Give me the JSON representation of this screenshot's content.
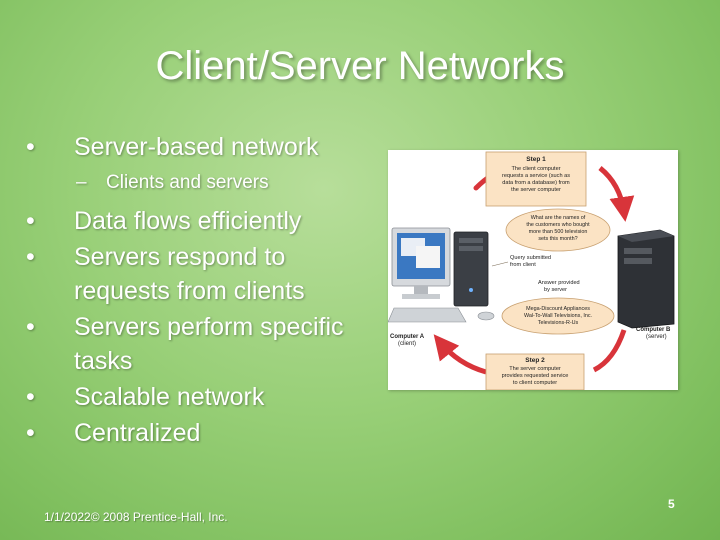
{
  "slide": {
    "title": "Client/Server Networks",
    "bullets": [
      {
        "text": "Server-based network",
        "sub": [
          "Clients and servers"
        ]
      },
      {
        "text": "Data flows efficiently"
      },
      {
        "text": "Servers respond to requests from clients"
      },
      {
        "text": "Servers perform specific tasks"
      },
      {
        "text": "Scalable network"
      },
      {
        "text": "Centralized"
      }
    ],
    "bullet_glyph": "•",
    "sub_glyph": "–",
    "footer": "1/1/2022© 2008 Prentice-Hall, Inc.",
    "page_number": "5"
  },
  "figure": {
    "step1_title": "Step 1",
    "step1_text": [
      "The client computer",
      "requests a service (such as",
      "data from a database) from",
      "the server computer"
    ],
    "question": [
      "What are the names of",
      "the customers who bought",
      "more than 500 television",
      "sets this month?"
    ],
    "query_label": [
      "Query submitted",
      "from client"
    ],
    "answer_label": [
      "Answer provided",
      "by server"
    ],
    "answer_text": [
      "Mega-Discount Appliances",
      "Wal-To-Wall Televisions, Inc.",
      "Televisions-R-Us"
    ],
    "step2_title": "Step 2",
    "step2_text": [
      "The server computer",
      "provides requested service",
      "to client computer"
    ],
    "computer_a_label": [
      "Computer A",
      "(client)"
    ],
    "computer_b_label": [
      "Computer B",
      "(server)"
    ],
    "colors": {
      "arrow": "#d8343a",
      "callout": "#fbe3c4",
      "callout_border": "#c8a070",
      "line": "#7a6a55"
    }
  }
}
